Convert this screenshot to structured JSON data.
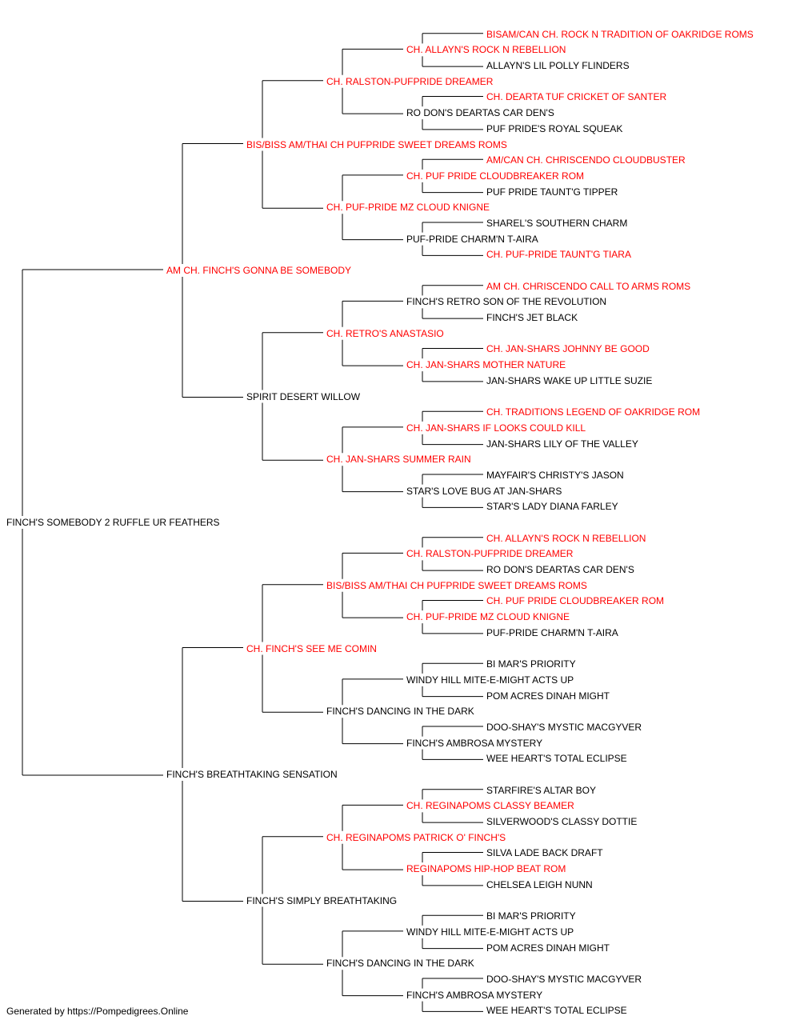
{
  "colors": {
    "champion": "#ff0000",
    "normal": "#000000",
    "line": "#000000"
  },
  "pedigree": {
    "name": "FINCH'S SOMEBODY 2 RUFFLE UR FEATHERS",
    "champion": false,
    "sire": {
      "name": "AM CH. FINCH'S GONNA BE SOMEBODY",
      "champion": true,
      "sire": {
        "name": "BIS/BISS AM/THAI CH PUFPRIDE SWEET DREAMS ROMS",
        "champion": true,
        "sire": {
          "name": "CH. RALSTON-PUFPRIDE DREAMER",
          "champion": true,
          "sire": {
            "name": "CH. ALLAYN'S ROCK N REBELLION",
            "champion": true,
            "sire": {
              "name": "BISAM/CAN CH. ROCK N TRADITION OF OAKRIDGE ROMS",
              "champion": true
            },
            "dam": {
              "name": "ALLAYN'S LIL POLLY FLINDERS",
              "champion": false
            }
          },
          "dam": {
            "name": "RO DON'S DEARTAS CAR DEN'S",
            "champion": false,
            "sire": {
              "name": "CH. DEARTA TUF CRICKET OF SANTER",
              "champion": true
            },
            "dam": {
              "name": "PUF PRIDE'S ROYAL SQUEAK",
              "champion": false
            }
          }
        },
        "dam": {
          "name": "CH. PUF-PRIDE MZ CLOUD KNIGNE",
          "champion": true,
          "sire": {
            "name": "CH. PUF PRIDE CLOUDBREAKER ROM",
            "champion": true,
            "sire": {
              "name": "AM/CAN CH. CHRISCENDO CLOUDBUSTER",
              "champion": true
            },
            "dam": {
              "name": "PUF PRIDE TAUNT'G TIPPER",
              "champion": false
            }
          },
          "dam": {
            "name": "PUF-PRIDE CHARM'N T-AIRA",
            "champion": false,
            "sire": {
              "name": "SHAREL'S SOUTHERN CHARM",
              "champion": false
            },
            "dam": {
              "name": "CH. PUF-PRIDE TAUNT'G TIARA",
              "champion": true
            }
          }
        }
      },
      "dam": {
        "name": "SPIRIT DESERT WILLOW",
        "champion": false,
        "sire": {
          "name": "CH. RETRO'S ANASTASIO",
          "champion": true,
          "sire": {
            "name": "FINCH'S RETRO SON OF THE REVOLUTION",
            "champion": false,
            "sire": {
              "name": "AM CH. CHRISCENDO CALL TO ARMS ROMS",
              "champion": true
            },
            "dam": {
              "name": "FINCH'S JET BLACK",
              "champion": false
            }
          },
          "dam": {
            "name": "CH. JAN-SHARS MOTHER NATURE",
            "champion": true,
            "sire": {
              "name": "CH. JAN-SHARS JOHNNY BE GOOD",
              "champion": true
            },
            "dam": {
              "name": "JAN-SHARS WAKE UP LITTLE SUZIE",
              "champion": false
            }
          }
        },
        "dam": {
          "name": "CH. JAN-SHARS SUMMER RAIN",
          "champion": true,
          "sire": {
            "name": "CH. JAN-SHARS IF LOOKS COULD KILL",
            "champion": true,
            "sire": {
              "name": "CH. TRADITIONS LEGEND OF OAKRIDGE ROM",
              "champion": true
            },
            "dam": {
              "name": "JAN-SHARS LILY OF THE VALLEY",
              "champion": false
            }
          },
          "dam": {
            "name": "STAR'S LOVE BUG AT JAN-SHARS",
            "champion": false,
            "sire": {
              "name": "MAYFAIR'S CHRISTY'S JASON",
              "champion": false
            },
            "dam": {
              "name": "STAR'S LADY DIANA FARLEY",
              "champion": false
            }
          }
        }
      }
    },
    "dam": {
      "name": "FINCH'S BREATHTAKING SENSATION",
      "champion": false,
      "sire": {
        "name": "CH. FINCH'S SEE ME COMIN",
        "champion": true,
        "sire": {
          "name": "BIS/BISS AM/THAI CH PUFPRIDE SWEET DREAMS ROMS",
          "champion": true,
          "sire": {
            "name": "CH. RALSTON-PUFPRIDE DREAMER",
            "champion": true,
            "sire": {
              "name": "CH. ALLAYN'S ROCK N REBELLION",
              "champion": true
            },
            "dam": {
              "name": "RO DON'S DEARTAS CAR DEN'S",
              "champion": false
            }
          },
          "dam": {
            "name": "CH. PUF-PRIDE MZ CLOUD KNIGNE",
            "champion": true,
            "sire": {
              "name": "CH. PUF PRIDE CLOUDBREAKER ROM",
              "champion": true
            },
            "dam": {
              "name": "PUF-PRIDE CHARM'N T-AIRA",
              "champion": false
            }
          }
        },
        "dam": {
          "name": "FINCH'S DANCING IN THE DARK",
          "champion": false,
          "sire": {
            "name": "WINDY HILL MITE-E-MIGHT ACTS UP",
            "champion": false,
            "sire": {
              "name": "BI MAR'S PRIORITY",
              "champion": false
            },
            "dam": {
              "name": "POM ACRES DINAH MIGHT",
              "champion": false
            }
          },
          "dam": {
            "name": "FINCH'S AMBROSA MYSTERY",
            "champion": false,
            "sire": {
              "name": "DOO-SHAY'S MYSTIC MACGYVER",
              "champion": false
            },
            "dam": {
              "name": "WEE HEART'S TOTAL ECLIPSE",
              "champion": false
            }
          }
        }
      },
      "dam": {
        "name": "FINCH'S SIMPLY BREATHTAKING",
        "champion": false,
        "sire": {
          "name": "CH. REGINAPOMS PATRICK O' FINCH'S",
          "champion": true,
          "sire": {
            "name": "CH. REGINAPOMS CLASSY BEAMER",
            "champion": true,
            "sire": {
              "name": "STARFIRE'S ALTAR BOY",
              "champion": false
            },
            "dam": {
              "name": "SILVERWOOD'S CLASSY DOTTIE",
              "champion": false
            }
          },
          "dam": {
            "name": "REGINAPOMS HIP-HOP BEAT ROM",
            "champion": true,
            "sire": {
              "name": "SILVA LADE BACK DRAFT",
              "champion": false
            },
            "dam": {
              "name": "CHELSEA LEIGH NUNN",
              "champion": false
            }
          }
        },
        "dam": {
          "name": "FINCH'S DANCING IN THE DARK",
          "champion": false,
          "sire": {
            "name": "WINDY HILL MITE-E-MIGHT ACTS UP",
            "champion": false,
            "sire": {
              "name": "BI MAR'S PRIORITY",
              "champion": false
            },
            "dam": {
              "name": "POM ACRES DINAH MIGHT",
              "champion": false
            }
          },
          "dam": {
            "name": "FINCH'S AMBROSA MYSTERY",
            "champion": false,
            "sire": {
              "name": "DOO-SHAY'S MYSTIC MACGYVER",
              "champion": false
            },
            "dam": {
              "name": "WEE HEART'S TOTAL ECLIPSE",
              "champion": false
            }
          }
        }
      }
    }
  },
  "footer": "Generated by https://Pompedigrees.Online"
}
